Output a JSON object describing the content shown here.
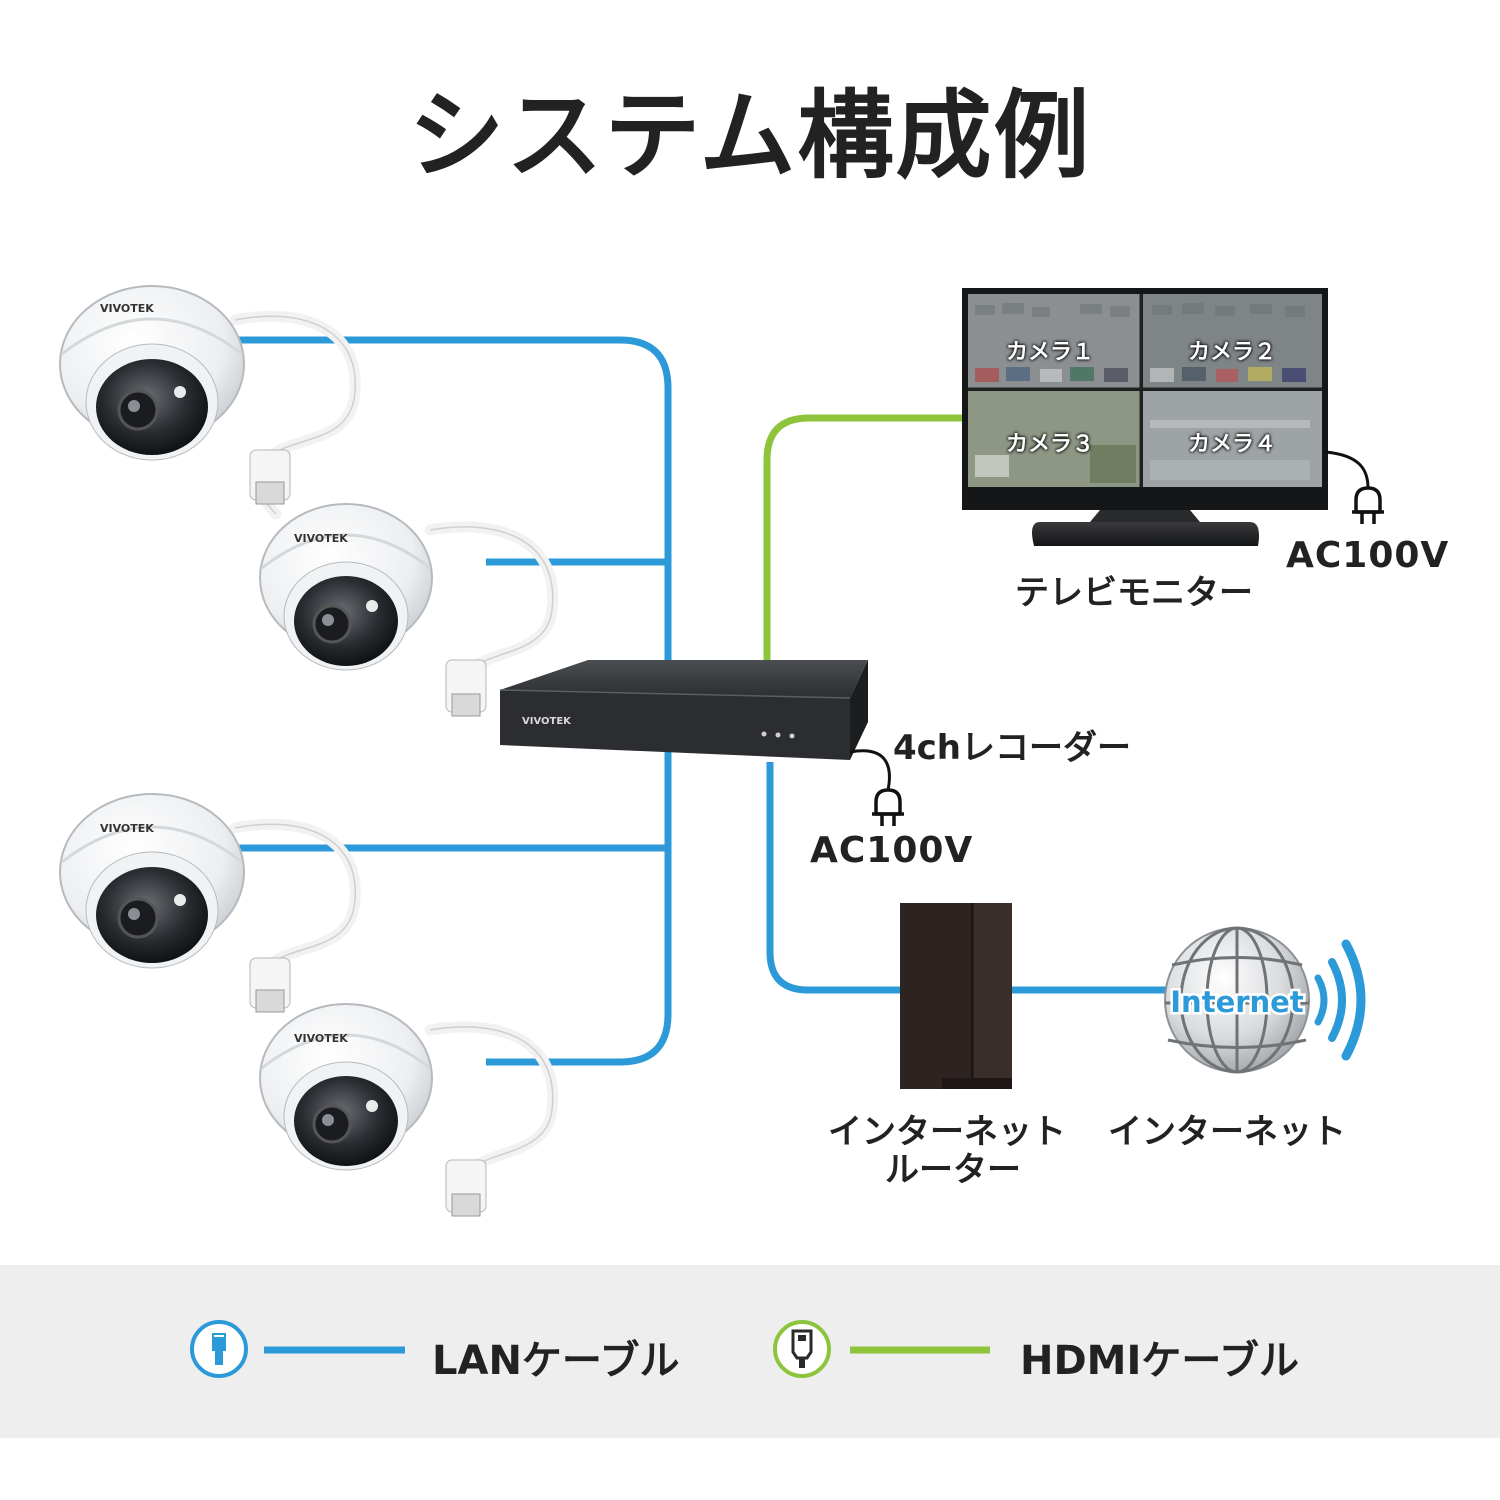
{
  "title": "システム構成例",
  "colors": {
    "lan": "#2c9ad8",
    "hdmi": "#8cc43c",
    "device_dark": "#2a2a2a",
    "router": "#3a2e2a",
    "legend_bg": "#eeeeee"
  },
  "cameras": [
    {
      "brand": "VIVOTEK"
    },
    {
      "brand": "VIVOTEK"
    },
    {
      "brand": "VIVOTEK"
    },
    {
      "brand": "VIVOTEK"
    }
  ],
  "recorder": {
    "label": "4chレコーダー",
    "brand": "VIVOTEK",
    "power": "AC100V"
  },
  "monitor": {
    "label": "テレビモニター",
    "power": "AC100V",
    "screens": [
      "カメラ１",
      "カメラ２",
      "カメラ３",
      "カメラ４"
    ]
  },
  "router": {
    "label_line1": "インターネット",
    "label_line2": "ルーター"
  },
  "internet": {
    "globe_text": "Internet",
    "label": "インターネット"
  },
  "legend": {
    "lan_label": "LANケーブル",
    "hdmi_label": "HDMIケーブル"
  }
}
